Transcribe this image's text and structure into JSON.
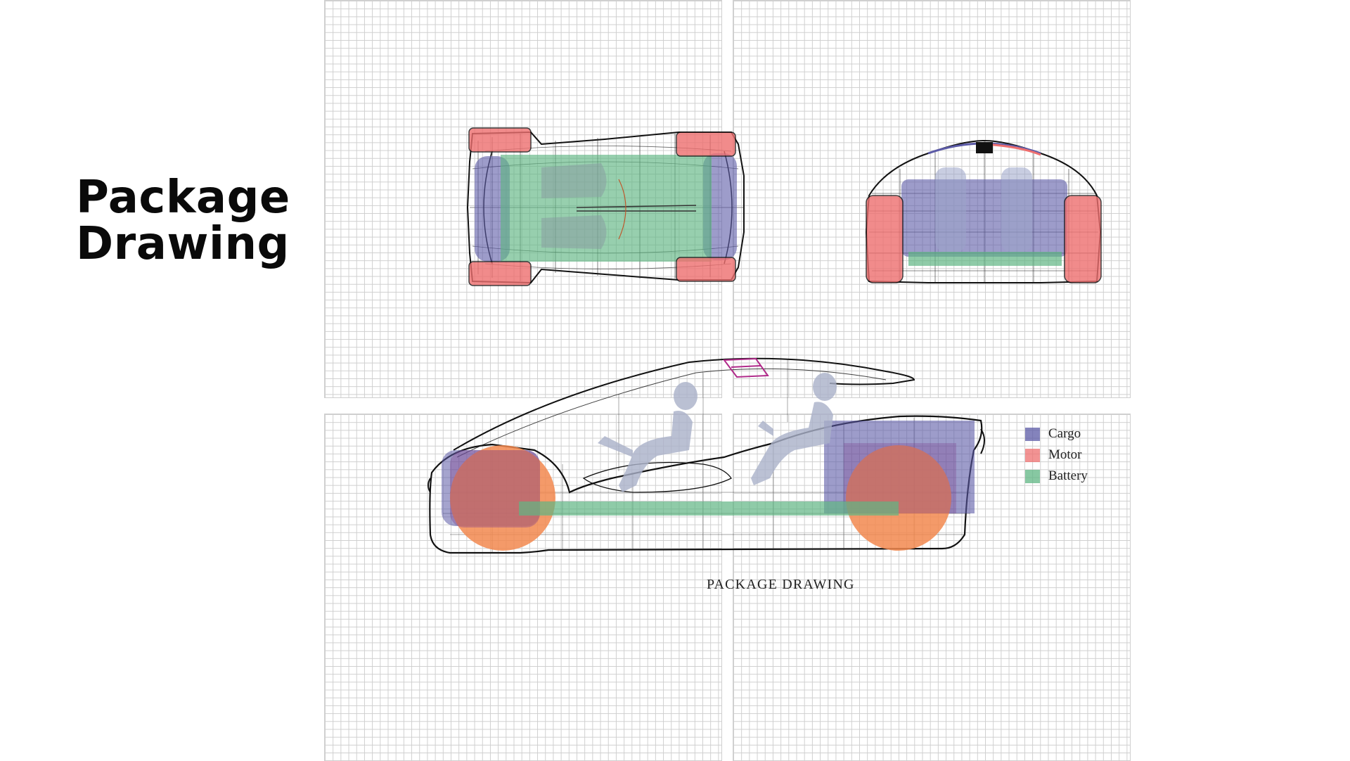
{
  "slide": {
    "title_line1": "Package",
    "title_line2": "Drawing"
  },
  "legend": [
    {
      "key": "cargo",
      "label": "Cargo",
      "color": "#5b5aa6"
    },
    {
      "key": "motor",
      "label": "Motor",
      "color": "#ee6f6f"
    },
    {
      "key": "battery",
      "label": "Battery",
      "color": "#5fb583"
    }
  ],
  "caption": "PACKAGE DRAWING",
  "colors": {
    "wireframe": "#111111",
    "occupant": "#aab1c9",
    "wheel": "#f2884f",
    "hatch": "#b02a8a",
    "grid": "#cfcfcf"
  },
  "views": [
    "top-view",
    "front-view",
    "side-view"
  ]
}
